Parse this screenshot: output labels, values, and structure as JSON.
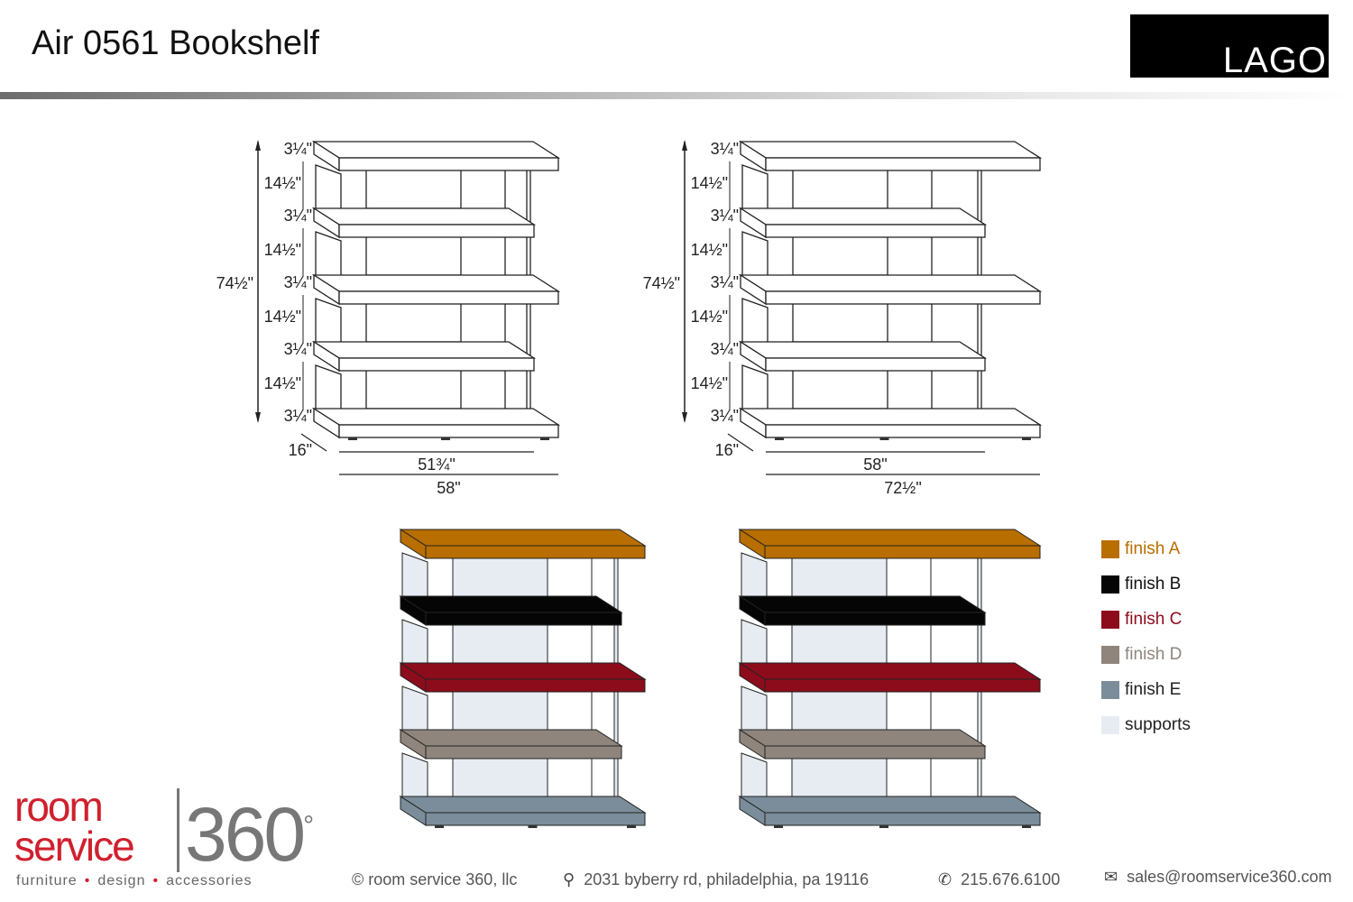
{
  "header": {
    "title": "Air 0561 Bookshelf",
    "brand_logo": "LAGO"
  },
  "drawing_left": {
    "height": "74½\"",
    "shelf_thickness": "3¼\"",
    "shelf_gap": "14½\"",
    "depth": "16\"",
    "inner_width": "51¾\"",
    "outer_width": "58\""
  },
  "drawing_right": {
    "height": "74½\"",
    "shelf_thickness": "3¼\"",
    "shelf_gap": "14½\"",
    "depth": "16\"",
    "inner_width": "58\"",
    "outer_width": "72½\""
  },
  "colors": {
    "finish_a": "#b86e00",
    "finish_b": "#050505",
    "finish_c": "#8c0c1c",
    "finish_d": "#8f857d",
    "finish_e": "#7b8d9a",
    "supports": "#e6ecf2"
  },
  "legend": [
    {
      "label": "finish A",
      "color": "#b86e00",
      "text_color": "#b86e00"
    },
    {
      "label": "finish B",
      "color": "#050505",
      "text_color": "#111111"
    },
    {
      "label": "finish C",
      "color": "#8c0c1c",
      "text_color": "#8c0c1c"
    },
    {
      "label": "finish D",
      "color": "#8f857d",
      "text_color": "#8f857d"
    },
    {
      "label": "finish E",
      "color": "#7b8d9a",
      "text_color": "#222222"
    },
    {
      "label": "supports",
      "color": "#e6ecf2",
      "text_color": "#222222"
    }
  ],
  "footer": {
    "brand_line1": "room",
    "brand_line2": "service",
    "brand_number": "360",
    "brand_degree": "°",
    "tagline": [
      "furniture",
      "design",
      "accessories"
    ],
    "copyright": "© room service 360, llc",
    "address": "2031 byberry rd, philadelphia, pa 19116",
    "phone": "215.676.6100",
    "email": "sales@roomservice360.com"
  }
}
